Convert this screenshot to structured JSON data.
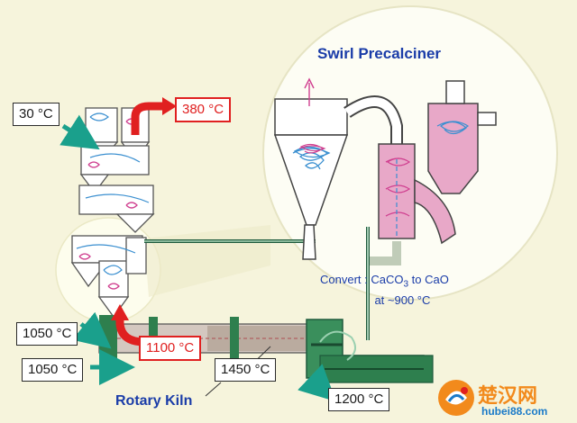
{
  "titles": {
    "precalciner": "Swirl Precalciner",
    "kiln": "Rotary Kiln"
  },
  "conversion": {
    "prefix": "Convert : CaCO",
    "sub": "3",
    "suffix": " to CaO",
    "line2": "at ~900 °C"
  },
  "temperatures": {
    "preheater_inlet": "30 °C",
    "preheater_exit": "380 °C",
    "kiln_gas_upper": "1050 °C",
    "kiln_gas_lower": "1050 °C",
    "kiln_inlet": "1100 °C",
    "kiln_burning": "1450 °C",
    "clinker_out": "1200 °C"
  },
  "logo": {
    "cn": "楚汉网",
    "url": "hubei88.com"
  },
  "colors": {
    "background": "#f6f4dc",
    "hot_gas": "#e02020",
    "air_flow": "#1aa08c",
    "vessel_fill": "#e8a8c8",
    "kiln_fill": "#d4c8c0",
    "kiln_ring": "#2e7f4e",
    "accent_blue": "#1a3ca8",
    "logo_orange": "#f28a1c"
  }
}
